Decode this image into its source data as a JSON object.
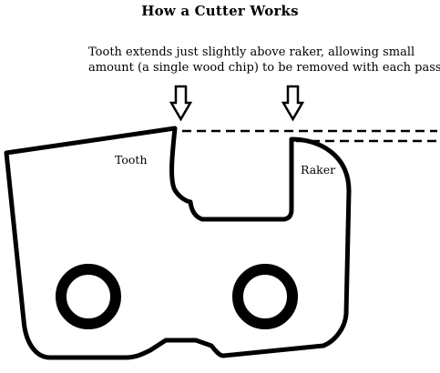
{
  "title": "How a Cutter Works",
  "caption": {
    "line1": "Tooth extends just slightly above raker, allowing small",
    "line2": "amount (a single wood chip) to be removed with each pass."
  },
  "labels": {
    "tooth": "Tooth",
    "raker": "Raker"
  },
  "icons": {
    "tooth_arrow": "down-arrow-icon",
    "raker_arrow": "down-arrow-icon"
  },
  "colors": {
    "stroke": "#000000",
    "background": "#ffffff"
  }
}
